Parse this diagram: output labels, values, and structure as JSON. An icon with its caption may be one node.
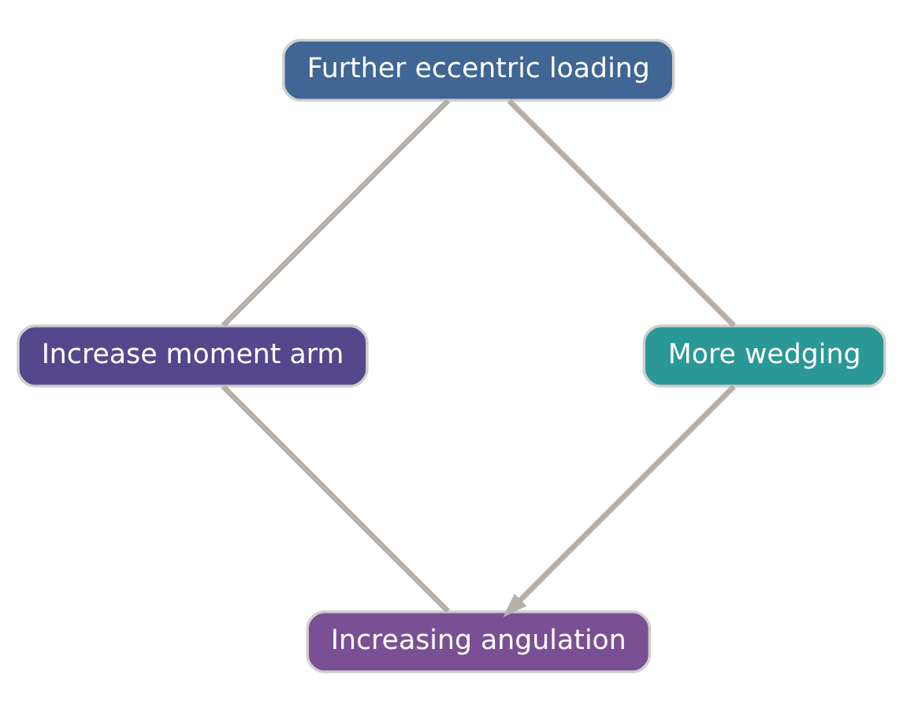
{
  "diagram": {
    "nodes": [
      {
        "text": [
          "Increasing angulation"
        ]
      },
      {
        "text": [
          "Increase moment arm"
        ]
      },
      {
        "text": [
          "Further eccentric loading"
        ]
      },
      {
        "text": [
          "More wedging"
        ]
      }
    ],
    "edges": [
      {
        "from": 0,
        "to": 1,
        "arrow": "none"
      },
      {
        "from": 1,
        "to": 2,
        "arrow": "none"
      },
      {
        "from": 2,
        "to": 3,
        "arrow": "none"
      },
      {
        "from": 3,
        "to": 0,
        "arrow": "to"
      }
    ]
  }
}
